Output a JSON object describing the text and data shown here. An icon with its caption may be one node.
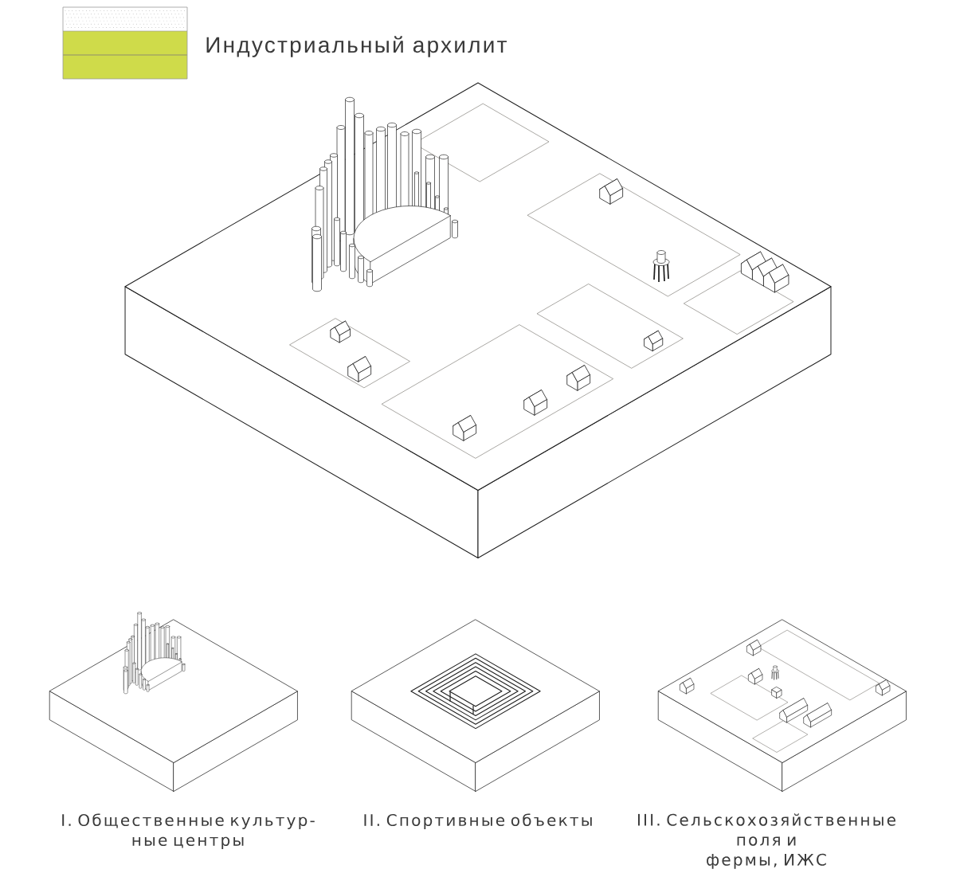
{
  "diagram": {
    "labels": [
      "I. Общественные культур- ные центры",
      "II. Спортивные объекты",
      "III. Сельскохозяйственные поля и фермы, ИЖС"
    ],
    "legend": [
      {
        "text": "Индустриальный архилит",
        "color": "#cfdb4a"
      }
    ]
  }
}
